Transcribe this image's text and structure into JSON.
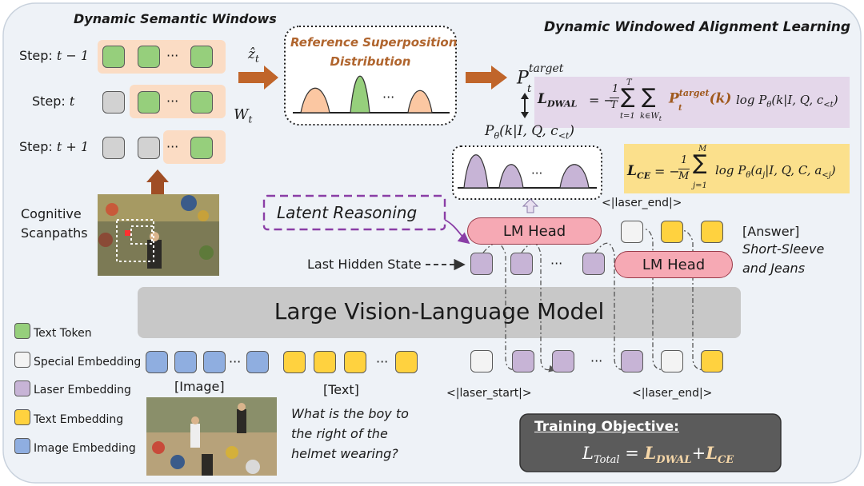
{
  "windows": {
    "title": "Dynamic Semantic Windows",
    "steps": [
      {
        "label": "Step: ",
        "var": "t − 1",
        "tokens": [
          "text",
          "text",
          "ellipsis",
          "text"
        ]
      },
      {
        "label": "Step: ",
        "var": "t",
        "tokens": [
          "special",
          "text",
          "ellipsis",
          "text"
        ]
      },
      {
        "label": "Step: ",
        "var": "t + 1",
        "tokens": [
          "special",
          "special",
          "ellipsis",
          "text"
        ]
      }
    ],
    "window_var": "W",
    "window_sub": "t"
  },
  "scanpath": {
    "line1": "Cognitive",
    "line2": "Scanpaths"
  },
  "reference": {
    "z_hat": "ẑ",
    "z_sub": "t",
    "title_line1": "Reference Superposition",
    "title_line2": "Distribution",
    "ellipsis": "···"
  },
  "p_target": {
    "base": "P",
    "sub": "t",
    "sup": "target"
  },
  "alignment": {
    "title": "Dynamic Windowed Alignment Learning"
  },
  "loss_dwal": {
    "lhs": "L",
    "lhs_sub": "DWAL",
    "eq": "= −",
    "frac_num": "1",
    "frac_den": "T",
    "sum1_top": "T",
    "sum1_bottom": "t=1",
    "sum2_bottom": "k∈W",
    "sum2_bottom_sub": "t",
    "weight": "P",
    "weight_sub": "t",
    "weight_sup": "target",
    "weight_arg": "(k)",
    "log_term": "log P",
    "log_sub": "θ",
    "log_arg": "(k|I, Q, c",
    "log_arg_sub": "<t",
    "log_close": ")"
  },
  "p_theta": {
    "text": "P",
    "sub": "θ",
    "arg": "(k|I, Q, c",
    "arg_sub": "<t",
    "close": ")",
    "ellipsis": "···"
  },
  "loss_ce": {
    "lhs": "L",
    "lhs_sub": "CE",
    "eq": "= −",
    "frac_num": "1",
    "frac_den": "M",
    "sum_top": "M",
    "sum_bottom": "j=1",
    "log_term": "log P",
    "log_sub": "θ",
    "log_arg": "(a",
    "log_arg_sub": "j",
    "log_rest": "|I, Q, C, a",
    "log_rest_sub": "<j",
    "log_close": ")"
  },
  "latent_reasoning": "Latent Reasoning",
  "lm_head": "LM Head",
  "last_hidden_state": "Last Hidden State",
  "laser_end_top": "<|laser_end|>",
  "answer": {
    "tag": "[Answer]",
    "line1": "Short-Sleeve",
    "line2": "and Jeans"
  },
  "lvlm": "Large Vision-Language Model",
  "legend": [
    {
      "label": "Text Token",
      "kind": "text"
    },
    {
      "label": "Special Embedding",
      "kind": "special"
    },
    {
      "label": "Laser Embedding",
      "kind": "laser"
    },
    {
      "label": "Text Embedding",
      "kind": "textemb"
    },
    {
      "label": "Image Embedding",
      "kind": "image"
    }
  ],
  "inputs": {
    "image_label": "[Image]",
    "text_label": "[Text]",
    "question_lines": [
      "What is the boy to",
      "the right of the",
      "helmet wearing?"
    ],
    "laser_start": "<|laser_start|>",
    "laser_end": "<|laser_end|>",
    "ellipsis": "···"
  },
  "training": {
    "title": "Training Objective:",
    "lhs": "L",
    "lhs_sub": "Total",
    "eq": " = ",
    "t1": "L",
    "t1_sub": "DWAL",
    "plus": "+",
    "t2": "L",
    "t2_sub": "CE"
  },
  "colors": {
    "text_token": "#96cf7c",
    "special": "#d2d2d2",
    "laser": "#c7b4d6",
    "text_embedding": "#ffd23f",
    "image_embedding": "#8faee0",
    "window_bg": "#fbdcc4",
    "dwal_bg": "#e4d7ea",
    "ce_bg": "#fbe08c",
    "lm_head": "#f6a9b4",
    "lvlm": "#c8c8c8",
    "arrow": "#c0652a",
    "latent": "#8a3ea6",
    "title_brown": "#b0652e",
    "bold_brown": "#a05a1e"
  }
}
